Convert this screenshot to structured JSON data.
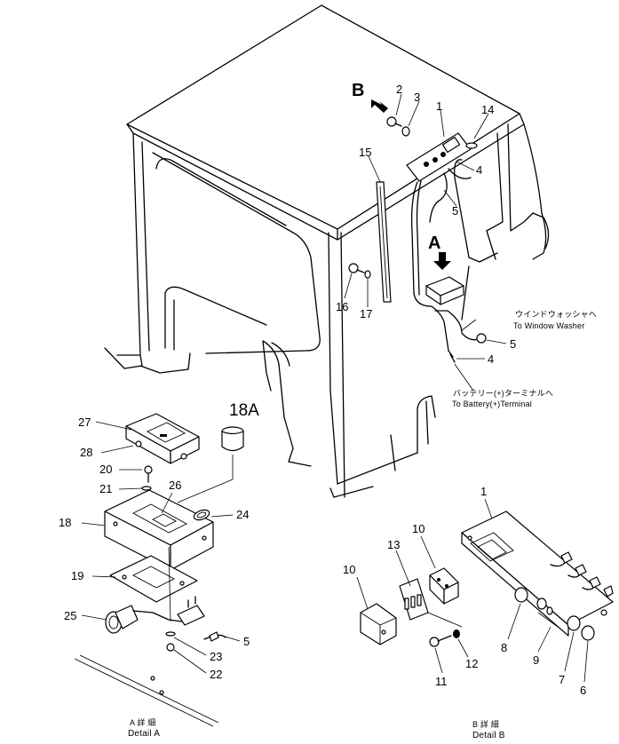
{
  "callouts": {
    "c1": "1",
    "c2": "2",
    "c3": "3",
    "c4a": "4",
    "c4b": "4",
    "c5a": "5",
    "c5b": "5",
    "c14": "14",
    "c15": "15",
    "c16": "16",
    "c17": "17",
    "c18A": "18A",
    "c27": "27",
    "c28": "28",
    "c20": "20",
    "c21": "21",
    "c26": "26",
    "c18": "18",
    "c24": "24",
    "c19": "19",
    "c25": "25",
    "c23": "23",
    "c22": "22",
    "c5c": "5",
    "b1": "1",
    "b10a": "10",
    "b10b": "10",
    "b13": "13",
    "b8": "8",
    "b9": "9",
    "b7": "7",
    "b6": "6",
    "b12": "12",
    "b11": "11"
  },
  "view_markers": {
    "a": "A",
    "b": "B"
  },
  "notes": {
    "window_washer_jp": "ウインドウォッシャへ",
    "window_washer_en": "To Window Washer",
    "battery_jp": "バッテリー(+)ターミナルへ",
    "battery_en": "To Battery(+)Terminal"
  },
  "details": {
    "a_jp": "A 詳 細",
    "a_en": "Detail A",
    "b_jp": "B 詳 細",
    "b_en": "Detail B"
  }
}
